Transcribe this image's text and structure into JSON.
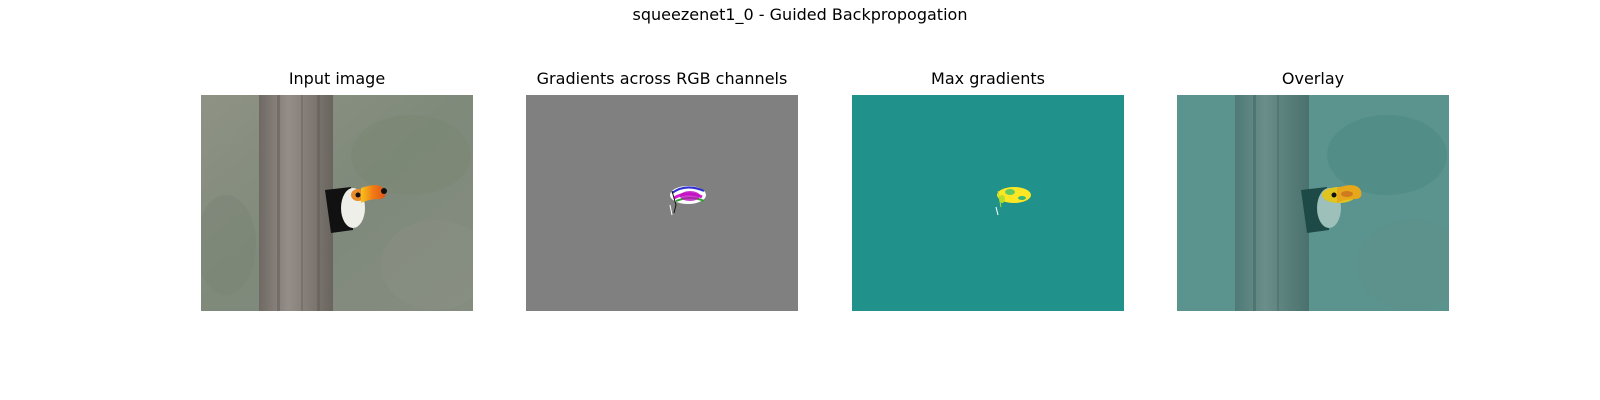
{
  "figure": {
    "title": "squeezenet1_0 - Guided Backpropogation"
  },
  "panels": [
    {
      "title": "Input image",
      "image": "toucan-photo"
    },
    {
      "title": "Gradients across RGB channels",
      "image": "rgb-gradient-map"
    },
    {
      "title": "Max gradients",
      "image": "max-gradient-map"
    },
    {
      "title": "Overlay",
      "image": "overlay-photo"
    }
  ],
  "colors": {
    "gradient_background": "#808080",
    "max_gradient_background": "#21918c",
    "max_gradient_highlight": "#fde725"
  }
}
